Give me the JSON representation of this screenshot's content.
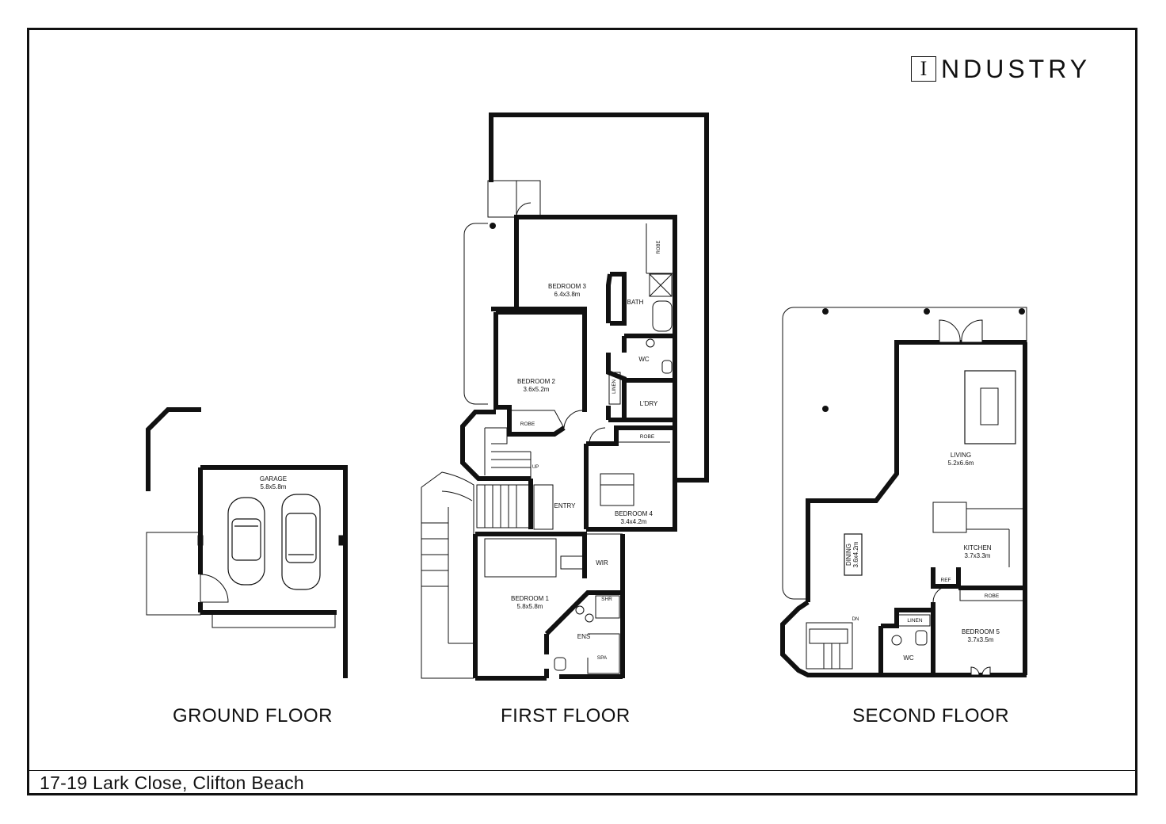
{
  "brand": {
    "logo_letter": "I",
    "logo_rest": "NDUSTRY"
  },
  "address": "17-19 Lark Close, Clifton Beach",
  "floors": {
    "ground": {
      "label": "GROUND FLOOR"
    },
    "first": {
      "label": "FIRST FLOOR"
    },
    "second": {
      "label": "SECOND FLOOR"
    }
  },
  "rooms": {
    "garage": {
      "name": "GARAGE",
      "size": "5.8x5.8m"
    },
    "bedroom3": {
      "name": "BEDROOM 3",
      "size": "6.4x3.8m"
    },
    "bedroom2": {
      "name": "BEDROOM 2",
      "size": "3.6x5.2m"
    },
    "bedroom1": {
      "name": "BEDROOM 1",
      "size": "5.8x5.8m"
    },
    "bedroom4": {
      "name": "BEDROOM 4",
      "size": "3.4x4.2m"
    },
    "bedroom5": {
      "name": "BEDROOM 5",
      "size": "3.7x3.5m"
    },
    "living": {
      "name": "LIVING",
      "size": "5.2x6.6m"
    },
    "kitchen": {
      "name": "KITCHEN",
      "size": "3.7x3.3m"
    },
    "dining": {
      "name": "DINING",
      "size": "3.6x4.2m"
    }
  },
  "labels": {
    "robe": "ROBE",
    "bath": "BATH",
    "wc": "WC",
    "linen": "LINEN",
    "laundry": "L'DRY",
    "entry": "ENTRY",
    "up": "UP",
    "dn": "DN",
    "wir": "WIR",
    "ens": "ENS",
    "shr": "SHR",
    "spa": "SPA",
    "ref": "REF"
  }
}
